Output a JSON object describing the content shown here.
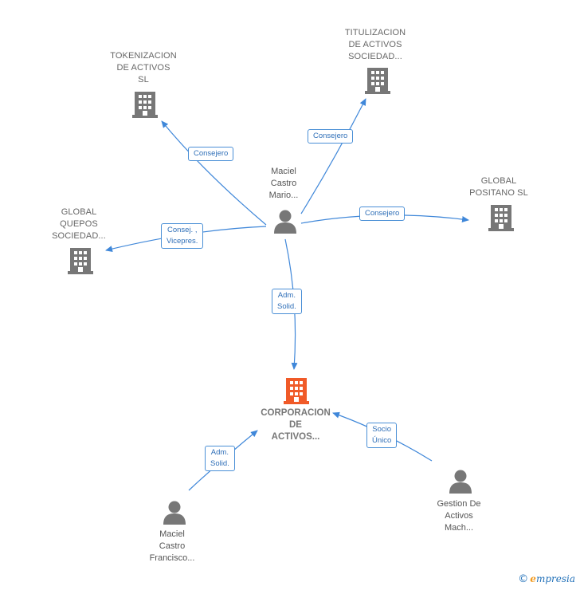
{
  "colors": {
    "edge": "#3f87d9",
    "company_icon": "#777777",
    "main_company_icon": "#f05a28",
    "person_icon": "#777777"
  },
  "nodes": {
    "tokenizacion": {
      "label": "TOKENIZACION\nDE ACTIVOS\nSL",
      "icon": "building-icon"
    },
    "titulizacion": {
      "label": "TITULIZACION\nDE ACTIVOS\nSOCIEDAD...",
      "icon": "building-icon"
    },
    "global_positano": {
      "label": "GLOBAL\nPOSITANO  SL",
      "icon": "building-icon"
    },
    "global_quepos": {
      "label": "GLOBAL\nQUEPOS\nSOCIEDAD...",
      "icon": "building-icon"
    },
    "maciel_mario": {
      "label": "Maciel\nCastro\nMario...",
      "icon": "person-icon"
    },
    "corporacion": {
      "label": "CORPORACION\nDE\nACTIVOS...",
      "icon": "building-icon"
    },
    "maciel_francisco": {
      "label": "Maciel\nCastro\nFrancisco...",
      "icon": "person-icon"
    },
    "gestion": {
      "label": "Gestion De\nActivos\nMach...",
      "icon": "person-icon"
    }
  },
  "edges": {
    "e1": {
      "label": "Consejero"
    },
    "e2": {
      "label": "Consejero"
    },
    "e3": {
      "label": "Consejero"
    },
    "e4": {
      "label": "Consej. ,\nVicepres."
    },
    "e5": {
      "label": "Adm.\nSolid."
    },
    "e6": {
      "label": "Adm.\nSolid."
    },
    "e7": {
      "label": "Socio\nÚnico"
    }
  },
  "brand": {
    "copyright": "©",
    "name_first": "e",
    "name_rest": "mpresia"
  }
}
